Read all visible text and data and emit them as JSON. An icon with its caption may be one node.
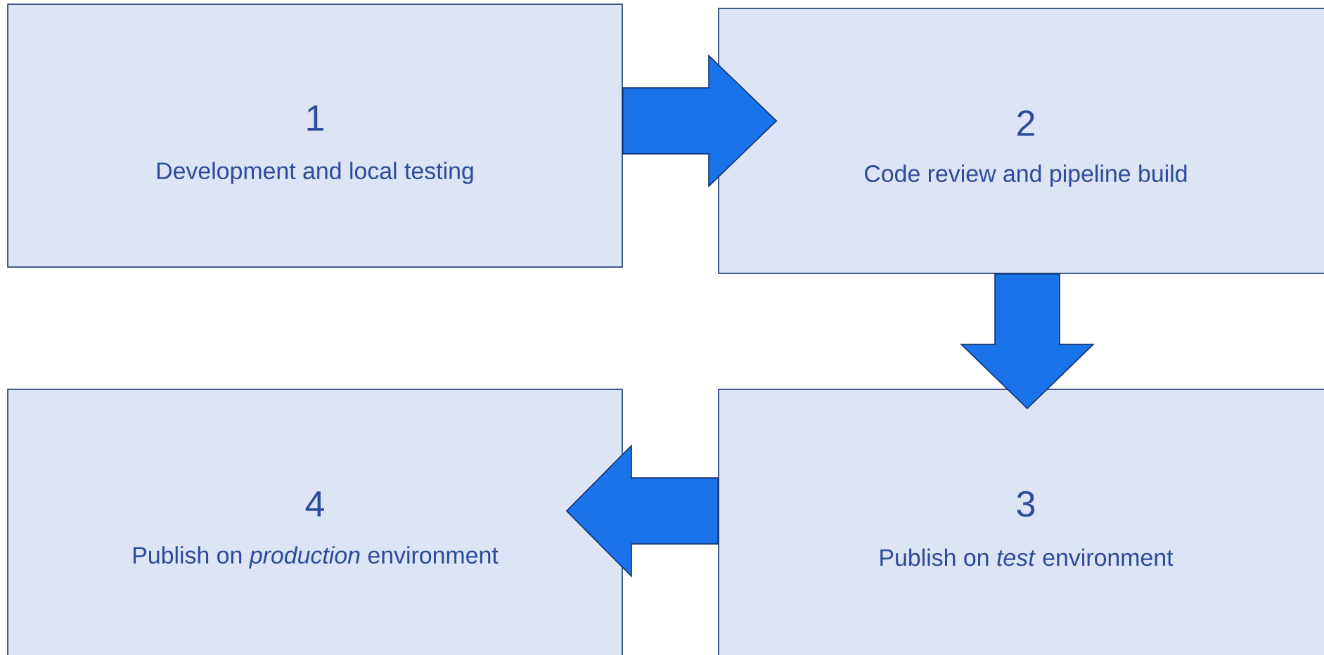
{
  "diagram": {
    "nodes": [
      {
        "text": [
          "1",
          "Development and local testing"
        ]
      },
      {
        "text": [
          "2",
          "Code review and pipeline build"
        ]
      },
      {
        "text": [
          "3",
          "Publish on *test* environment"
        ]
      },
      {
        "text": [
          "4",
          "Publish on *production* environment"
        ]
      }
    ],
    "edges": [
      {
        "from": 0,
        "to": 1,
        "arrow": "to"
      },
      {
        "from": 1,
        "to": 2,
        "arrow": "to"
      },
      {
        "from": 2,
        "to": 3,
        "arrow": "to"
      }
    ]
  }
}
